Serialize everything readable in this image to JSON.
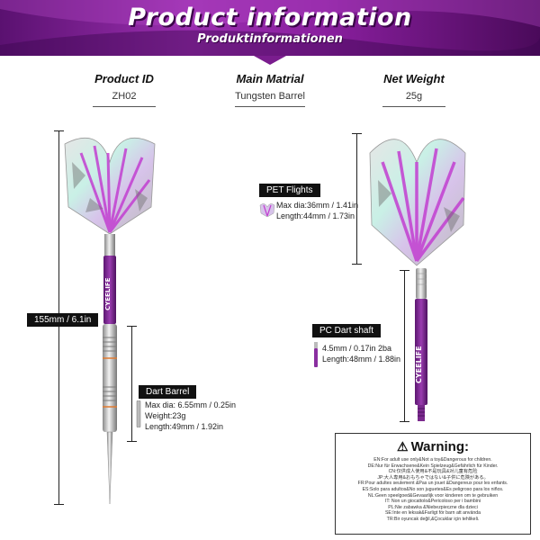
{
  "header": {
    "title": "Product information",
    "subtitle": "Produktinformationen"
  },
  "specs": [
    {
      "label": "Product ID",
      "value": "ZH02"
    },
    {
      "label": "Main Matrial",
      "value": "Tungsten Barrel"
    },
    {
      "label": "Net Weight",
      "value": "25g"
    }
  ],
  "dimensions": {
    "total_length": "155mm / 6.1in"
  },
  "flights": {
    "tag": "PET Flights",
    "lines": [
      "Max dia:36mm / 1.41in",
      "Length:44mm / 1.73in"
    ]
  },
  "shaft": {
    "tag": "PC Dart shaft",
    "lines": [
      "4.5mm / 0.17in 2ba",
      "Length:48mm / 1.88in"
    ],
    "brand": "CYEELIFE"
  },
  "barrel": {
    "tag": "Dart Barrel",
    "lines": [
      "Max dia: 6.55mm / 0.25in",
      "Weight:23g",
      "Length:49mm / 1.92in"
    ]
  },
  "warning": {
    "title": "Warning:",
    "lines": [
      "EN:For adult use only&Not a toy&Dangerous for children.",
      "DE:Nur für Erwachsene&Kein Spielzeug&Gefährlich für Kinder.",
      "CN:仅供成人使用&不是玩具&对儿童有危险",
      "JP:大人専用&おもちゃではない&子供に危険がある。",
      "FR:Pour adultes seulement &Pas un jouet &Dangereux pour les enfants.",
      "ES:Solo para adultos&No son juguetes&Es peligroso para los niños.",
      "NL:Geen speelgoed&Gevaarlijk voor kinderen om te gebruiken",
      "IT: Non un giocattolo&Pericoloso per i bambini",
      "PL:Nie zabawka &Niebezpieczne dla dzieci",
      "SE:Inte en leksak&Farligt för barn att använda",
      "TR:Bir oyuncak değil,&Çocuklar için tehlikeli."
    ]
  },
  "colors": {
    "brand_purple": "#8a1f9f",
    "shaft_purple": "#7b2a8e"
  }
}
